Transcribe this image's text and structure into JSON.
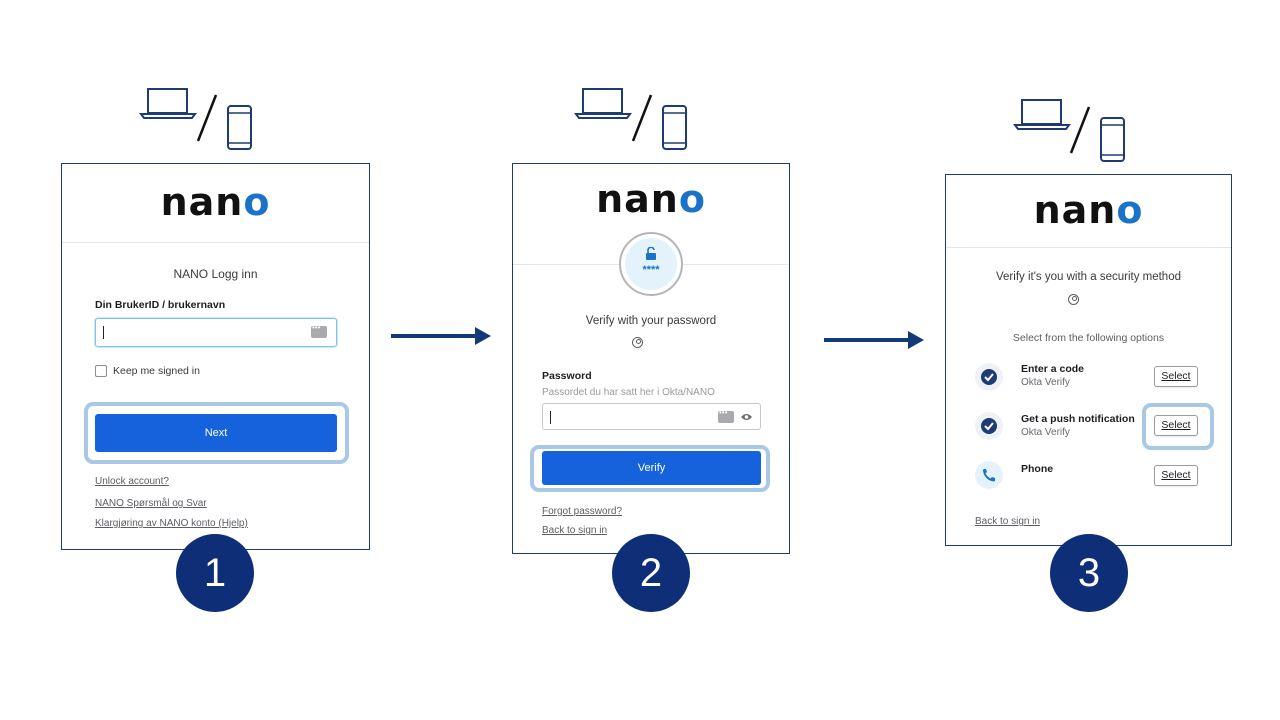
{
  "logo": {
    "text_start": "nan",
    "text_end": "o"
  },
  "colors": {
    "primary_button": "#1662dd",
    "highlight": "#a9c8e6",
    "step_circle": "#0f2e78",
    "arrow": "#123978",
    "logo_accent": "#1a73c8"
  },
  "icons": {
    "device_laptop": "laptop-icon",
    "device_phone": "phone-icon"
  },
  "step1": {
    "number": "1",
    "title": "NANO Logg inn",
    "username_label": "Din BrukerID / brukernavn",
    "username_value": "",
    "keep_signed_in": "Keep me signed in",
    "next_button": "Next",
    "links": [
      "Unlock account?",
      "NANO Spørsmål og Svar",
      "Klargjøring av NANO konto (Hjelp)"
    ]
  },
  "step2": {
    "number": "2",
    "lock_stars": "****",
    "title": "Verify with your password",
    "password_label": "Password",
    "password_hint": "Passordet du har satt her i Okta/NANO",
    "password_value": "",
    "verify_button": "Verify",
    "links": [
      "Forgot password?",
      "Back to sign in"
    ]
  },
  "step3": {
    "number": "3",
    "title": "Verify it's you with a security method",
    "subtitle": "Select from the following options",
    "methods": [
      {
        "name": "Enter a code",
        "sub": "Okta Verify",
        "button": "Select"
      },
      {
        "name": "Get a push notification",
        "sub": "Okta Verify",
        "button": "Select"
      },
      {
        "name": "Phone",
        "sub": "",
        "button": "Select"
      }
    ],
    "back_link": "Back to sign in"
  }
}
